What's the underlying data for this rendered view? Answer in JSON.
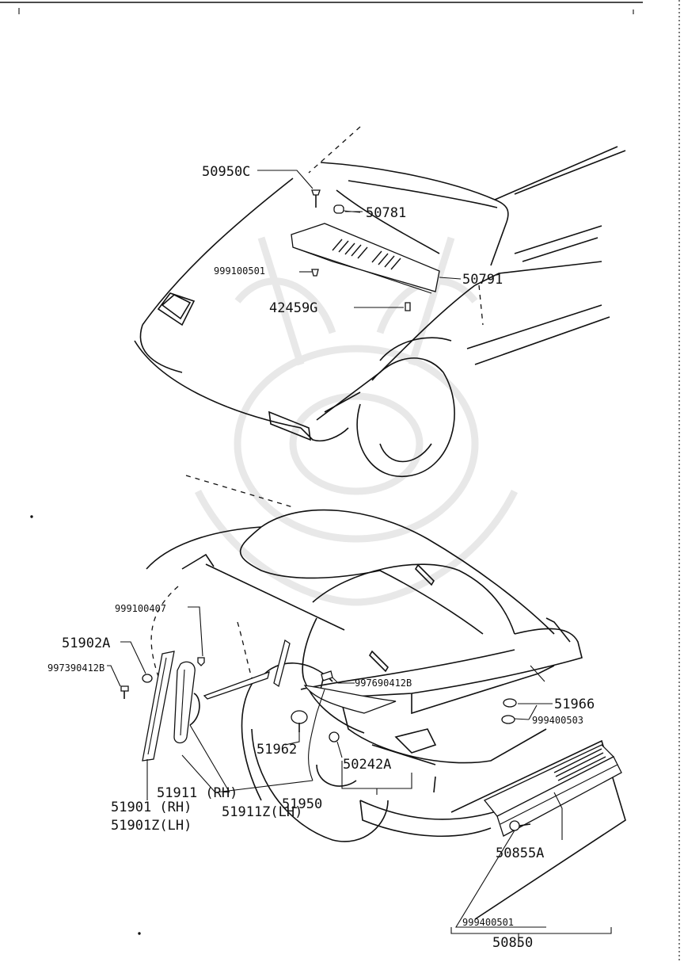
{
  "diagram": {
    "colors": {
      "ink": "#111111",
      "paper": "#ffffff",
      "watermark": "#e8e8e8"
    },
    "hood_group": {
      "part_50950C": "50950C",
      "part_50781": "50781",
      "part_999100501": "999100501",
      "part_50791": "50791",
      "part_42459G": "42459G"
    },
    "rear_group": {
      "part_999100407": "999100407",
      "part_51902A": "51902A",
      "part_997390412B": "997390412B",
      "part_997690412B": "997690412B",
      "part_51966": "51966",
      "part_999400503": "999400503",
      "part_51962": "51962",
      "part_50242A": "50242A",
      "part_51950": "51950",
      "part_51911_rh": "51911 (RH)",
      "part_51911Z_lh": "51911Z(LH)",
      "part_51901_rh": "51901 (RH)",
      "part_51901Z_lh": "51901Z(LH)",
      "part_50855A": "50855A",
      "part_999400501": "999400501",
      "part_50850": "50850"
    }
  }
}
